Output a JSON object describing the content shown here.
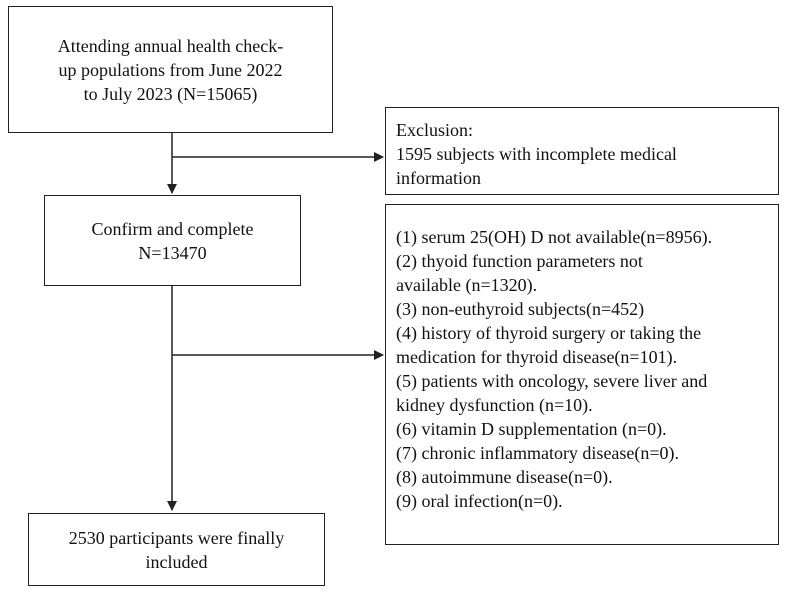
{
  "boxes": {
    "start": {
      "lines": [
        "Attending annual health check-",
        "up populations from June 2022",
        "to July 2023 (N=15065)"
      ]
    },
    "exclusion1": {
      "lines": [
        "Exclusion:",
        "1595 subjects with incomplete medical",
        "information"
      ]
    },
    "confirm": {
      "lines": [
        "Confirm and complete",
        "N=13470"
      ]
    },
    "exclusion2": {
      "lines": [
        "(1) serum 25(OH) D not available(n=8956).",
        "(2) thyoid function parameters not",
        "available (n=1320).",
        "(3) non-euthyroid subjects(n=452)",
        "(4) history of thyroid surgery or taking the",
        "medication for thyroid disease(n=101).",
        "(5) patients with oncology, severe liver and",
        "kidney dysfunction (n=10).",
        "(6) vitamin D supplementation (n=0).",
        "(7) chronic inflammatory disease(n=0).",
        "(8) autoimmune disease(n=0).",
        "(9) oral infection(n=0)."
      ]
    },
    "final": {
      "lines": [
        "2530 participants were finally",
        "included"
      ]
    }
  },
  "colors": {
    "stroke": "#222222",
    "text": "#111111",
    "background": "#ffffff"
  }
}
